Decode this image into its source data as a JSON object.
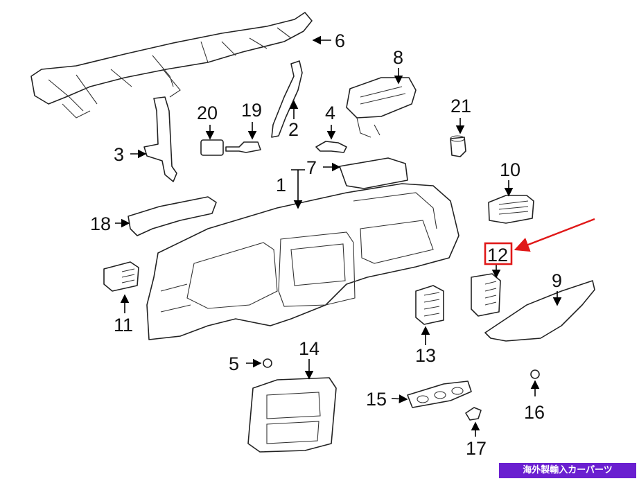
{
  "diagram": {
    "labels": {
      "l1": "1",
      "l2": "2",
      "l3": "3",
      "l4": "4",
      "l5": "5",
      "l6": "6",
      "l7": "7",
      "l8": "8",
      "l9": "9",
      "l10": "10",
      "l11": "11",
      "l12": "12",
      "l13": "13",
      "l14": "14",
      "l15": "15",
      "l16": "16",
      "l17": "17",
      "l18": "18",
      "l19": "19",
      "l20": "20",
      "l21": "21"
    },
    "highlight": {
      "part": "12",
      "color": "#e01818"
    }
  },
  "watermark": {
    "text": "海外製輸入カーパーツ",
    "color": "#6a1fd0"
  }
}
